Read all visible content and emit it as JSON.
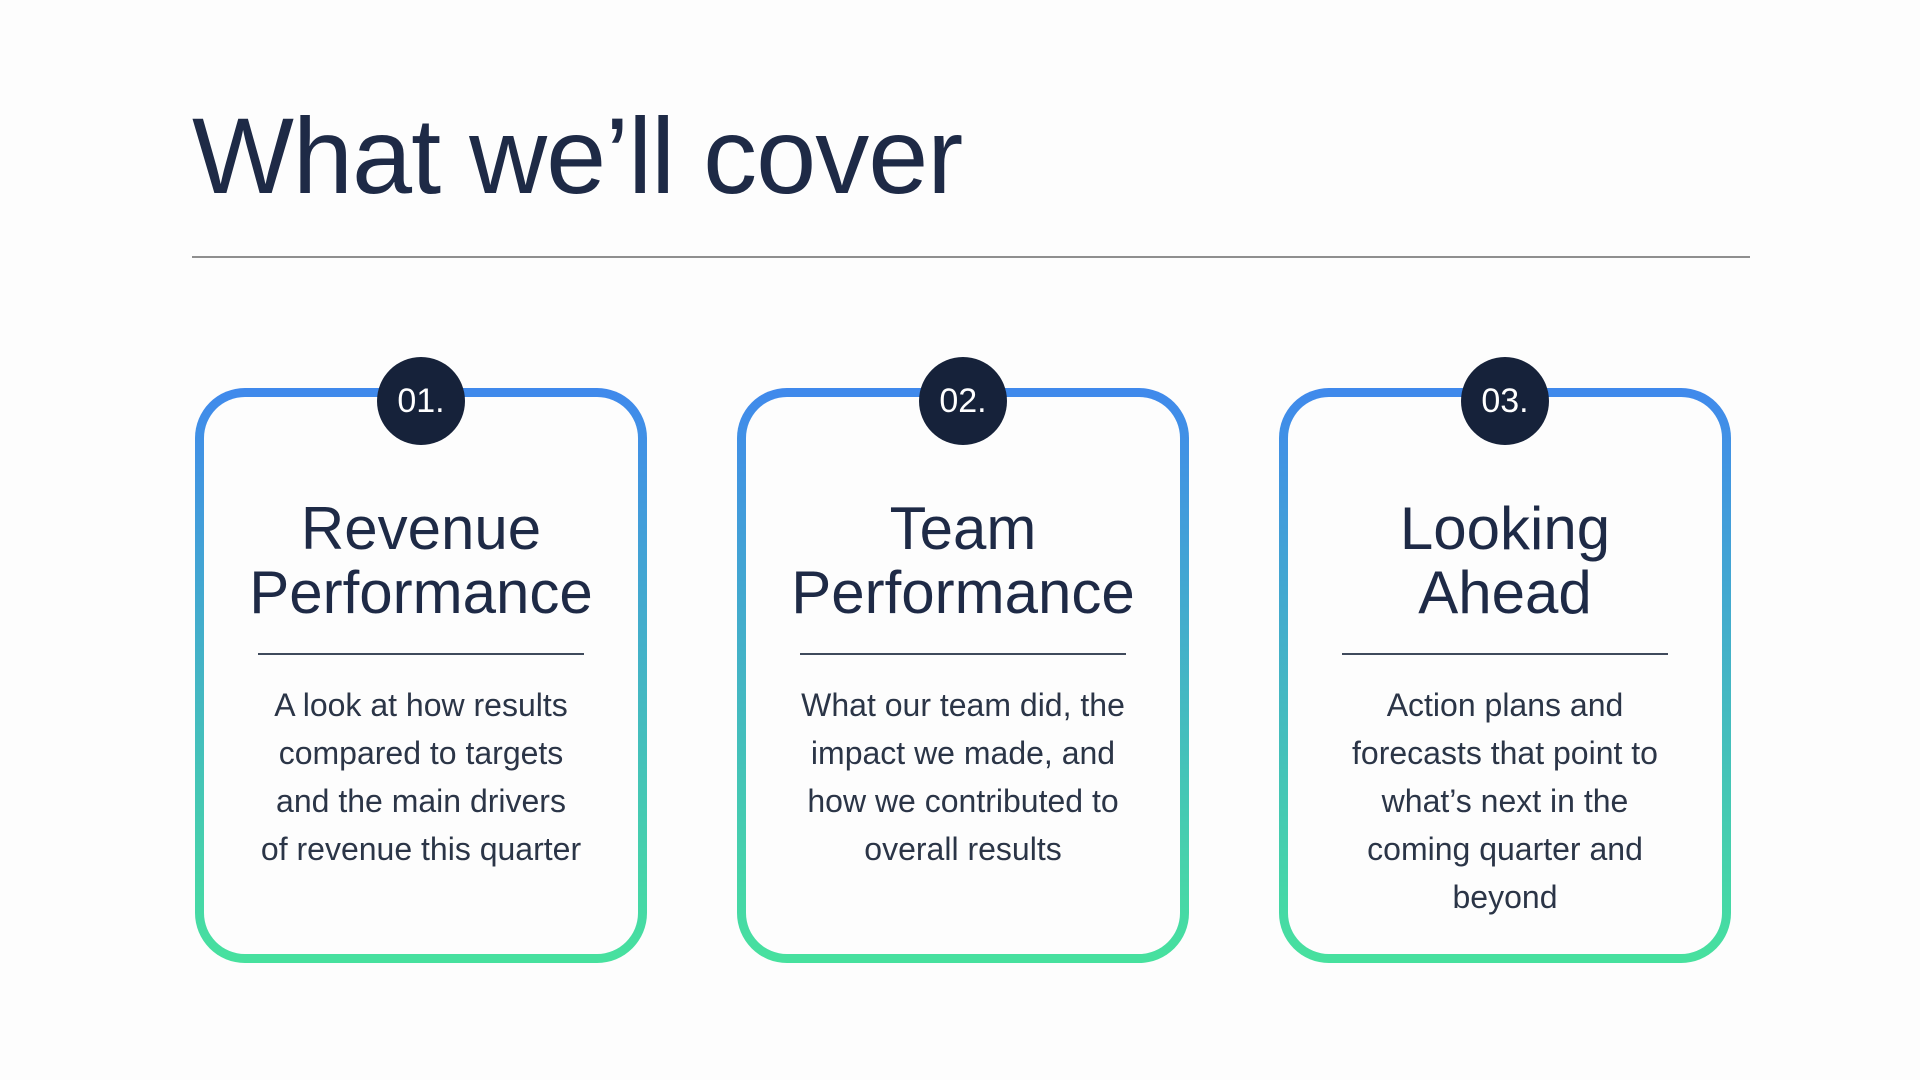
{
  "slide": {
    "title": "What we’ll cover",
    "cards": [
      {
        "number": "01.",
        "heading": "Revenue\nPerformance",
        "body": "A look at how results\ncompared to targets\nand the main drivers\nof revenue this quarter"
      },
      {
        "number": "02.",
        "heading": "Team\nPerformance",
        "body": "What our team did, the\nimpact we made, and\nhow we contributed to\noverall results"
      },
      {
        "number": "03.",
        "heading": "Looking\nAhead",
        "body": "Action plans and\nforecasts that point to\nwhat’s next in the\ncoming quarter and\nbeyond"
      }
    ]
  },
  "colors": {
    "accent_blue": "#4089ec",
    "accent_green": "#47e19e",
    "badge_navy": "#16223a",
    "title_navy": "#1e2a46",
    "body_text": "#2b3547",
    "rule_gray": "#8f8f8f"
  }
}
